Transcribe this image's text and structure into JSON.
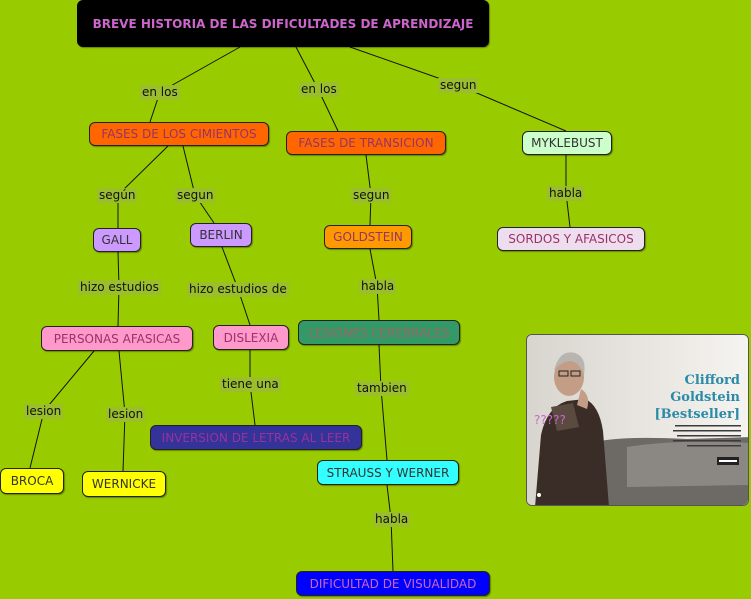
{
  "title": "BREVE HISTORIA DE LAS DIFICULTADES DE APRENDIZAJE",
  "nodes": {
    "fases_cimientos": "FASES DE LOS CIMIENTOS",
    "fases_transicion": "FASES DE TRANSICION",
    "myklebust": "MYKLEBUST",
    "gall": "GALL",
    "berlin": "BERLIN",
    "goldstein": "GOLDSTEIN",
    "sordos": "SORDOS Y AFASICOS",
    "personas_afasicas": "PERSONAS AFASICAS",
    "dislexia": "DISLEXIA",
    "lesiones": "LESIONES CEREBRALES",
    "inversion": "INVERSION DE LETRAS AL LEER",
    "broca": "BROCA",
    "wernicke": "WERNICKE",
    "strauss": "STRAUSS Y WERNER",
    "visualidad": "DIFICULTAD DE VISUALIDAD"
  },
  "links": {
    "en_los_1": "en los",
    "en_los_2": "en los",
    "segun_1": "segun",
    "segun_gall": "según",
    "segun_berlin": "segun",
    "segun_goldstein": "segun",
    "habla_myk": "habla",
    "hizo_gall": "hizo estudios",
    "hizo_berlin": "hizo estudios de",
    "habla_goldstein": "habla",
    "tiene_una": "tiene una",
    "lesion_1": "lesion",
    "lesion_2": "lesion",
    "tambien": "tambien",
    "habla_strauss": "habla"
  },
  "photo": {
    "author_line1": "Clifford",
    "author_line2": "Goldstein",
    "tag": "[Bestseller]",
    "overlay": "?????"
  },
  "colors": {
    "background": "#99cc00",
    "title_bg": "#000000",
    "orange": "#ff6600",
    "light_green": "#ccffcc",
    "lavender": "#cc99ff",
    "amber": "#ff9900",
    "pink": "#ff99cc",
    "teal": "#339966",
    "navy": "#333399",
    "yellow": "#ffff00",
    "cyan": "#33ffff",
    "blue": "#0000ff"
  }
}
